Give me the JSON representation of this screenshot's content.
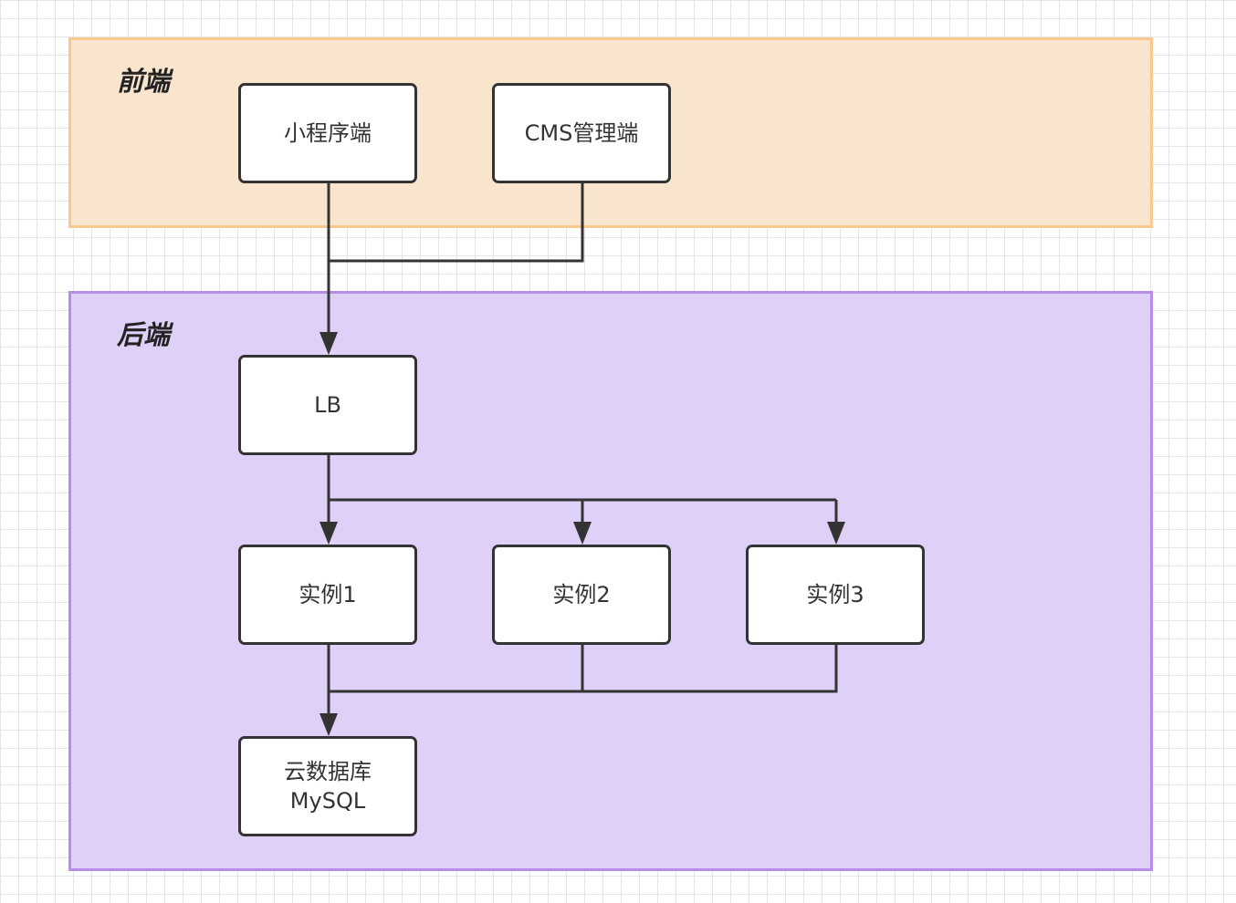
{
  "groups": {
    "frontend": {
      "label": "前端"
    },
    "backend": {
      "label": "后端"
    }
  },
  "nodes": {
    "miniprogram": {
      "label": "小程序端"
    },
    "cms": {
      "label": "CMS管理端"
    },
    "lb": {
      "label": "LB"
    },
    "instance1": {
      "label": "实例1"
    },
    "instance2": {
      "label": "实例2"
    },
    "instance3": {
      "label": "实例3"
    },
    "database": {
      "line1": "云数据库",
      "line2": "MySQL"
    }
  },
  "colors": {
    "frontend_fill": "#f9e5ce",
    "frontend_border": "#f7c98f",
    "backend_fill": "#dfd0f8",
    "backend_border": "#b88de6",
    "line": "#333333"
  }
}
